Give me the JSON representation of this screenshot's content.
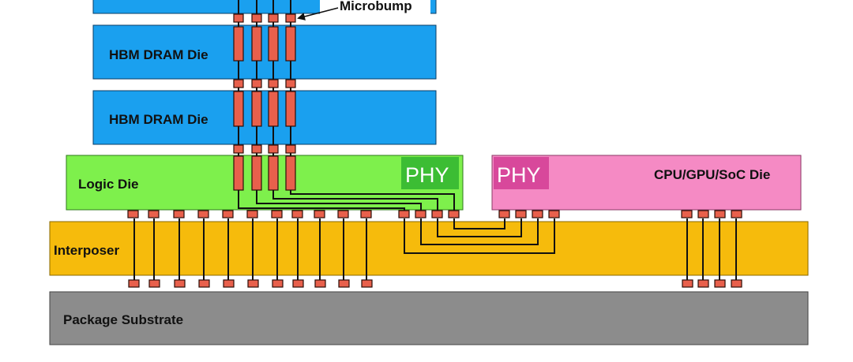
{
  "colors": {
    "hbm": "#1aa0ef",
    "logic": "#7ef04c",
    "phy_logic": "#3cbd34",
    "interposer": "#f6bb0c",
    "cpu": "#f58ac4",
    "phy_cpu": "#d8489b",
    "substrate": "#8c8c8c",
    "bump": "#e8604c"
  },
  "labels": {
    "microbump": "Microbump",
    "hbm_die_1": "HBM DRAM Die",
    "hbm_die_2": "HBM DRAM Die",
    "logic_die": "Logic Die",
    "phy_logic": "PHY",
    "phy_cpu": "PHY",
    "cpu_die": "CPU/GPU/SoC Die",
    "interposer": "Interposer",
    "substrate": "Package Substrate"
  }
}
